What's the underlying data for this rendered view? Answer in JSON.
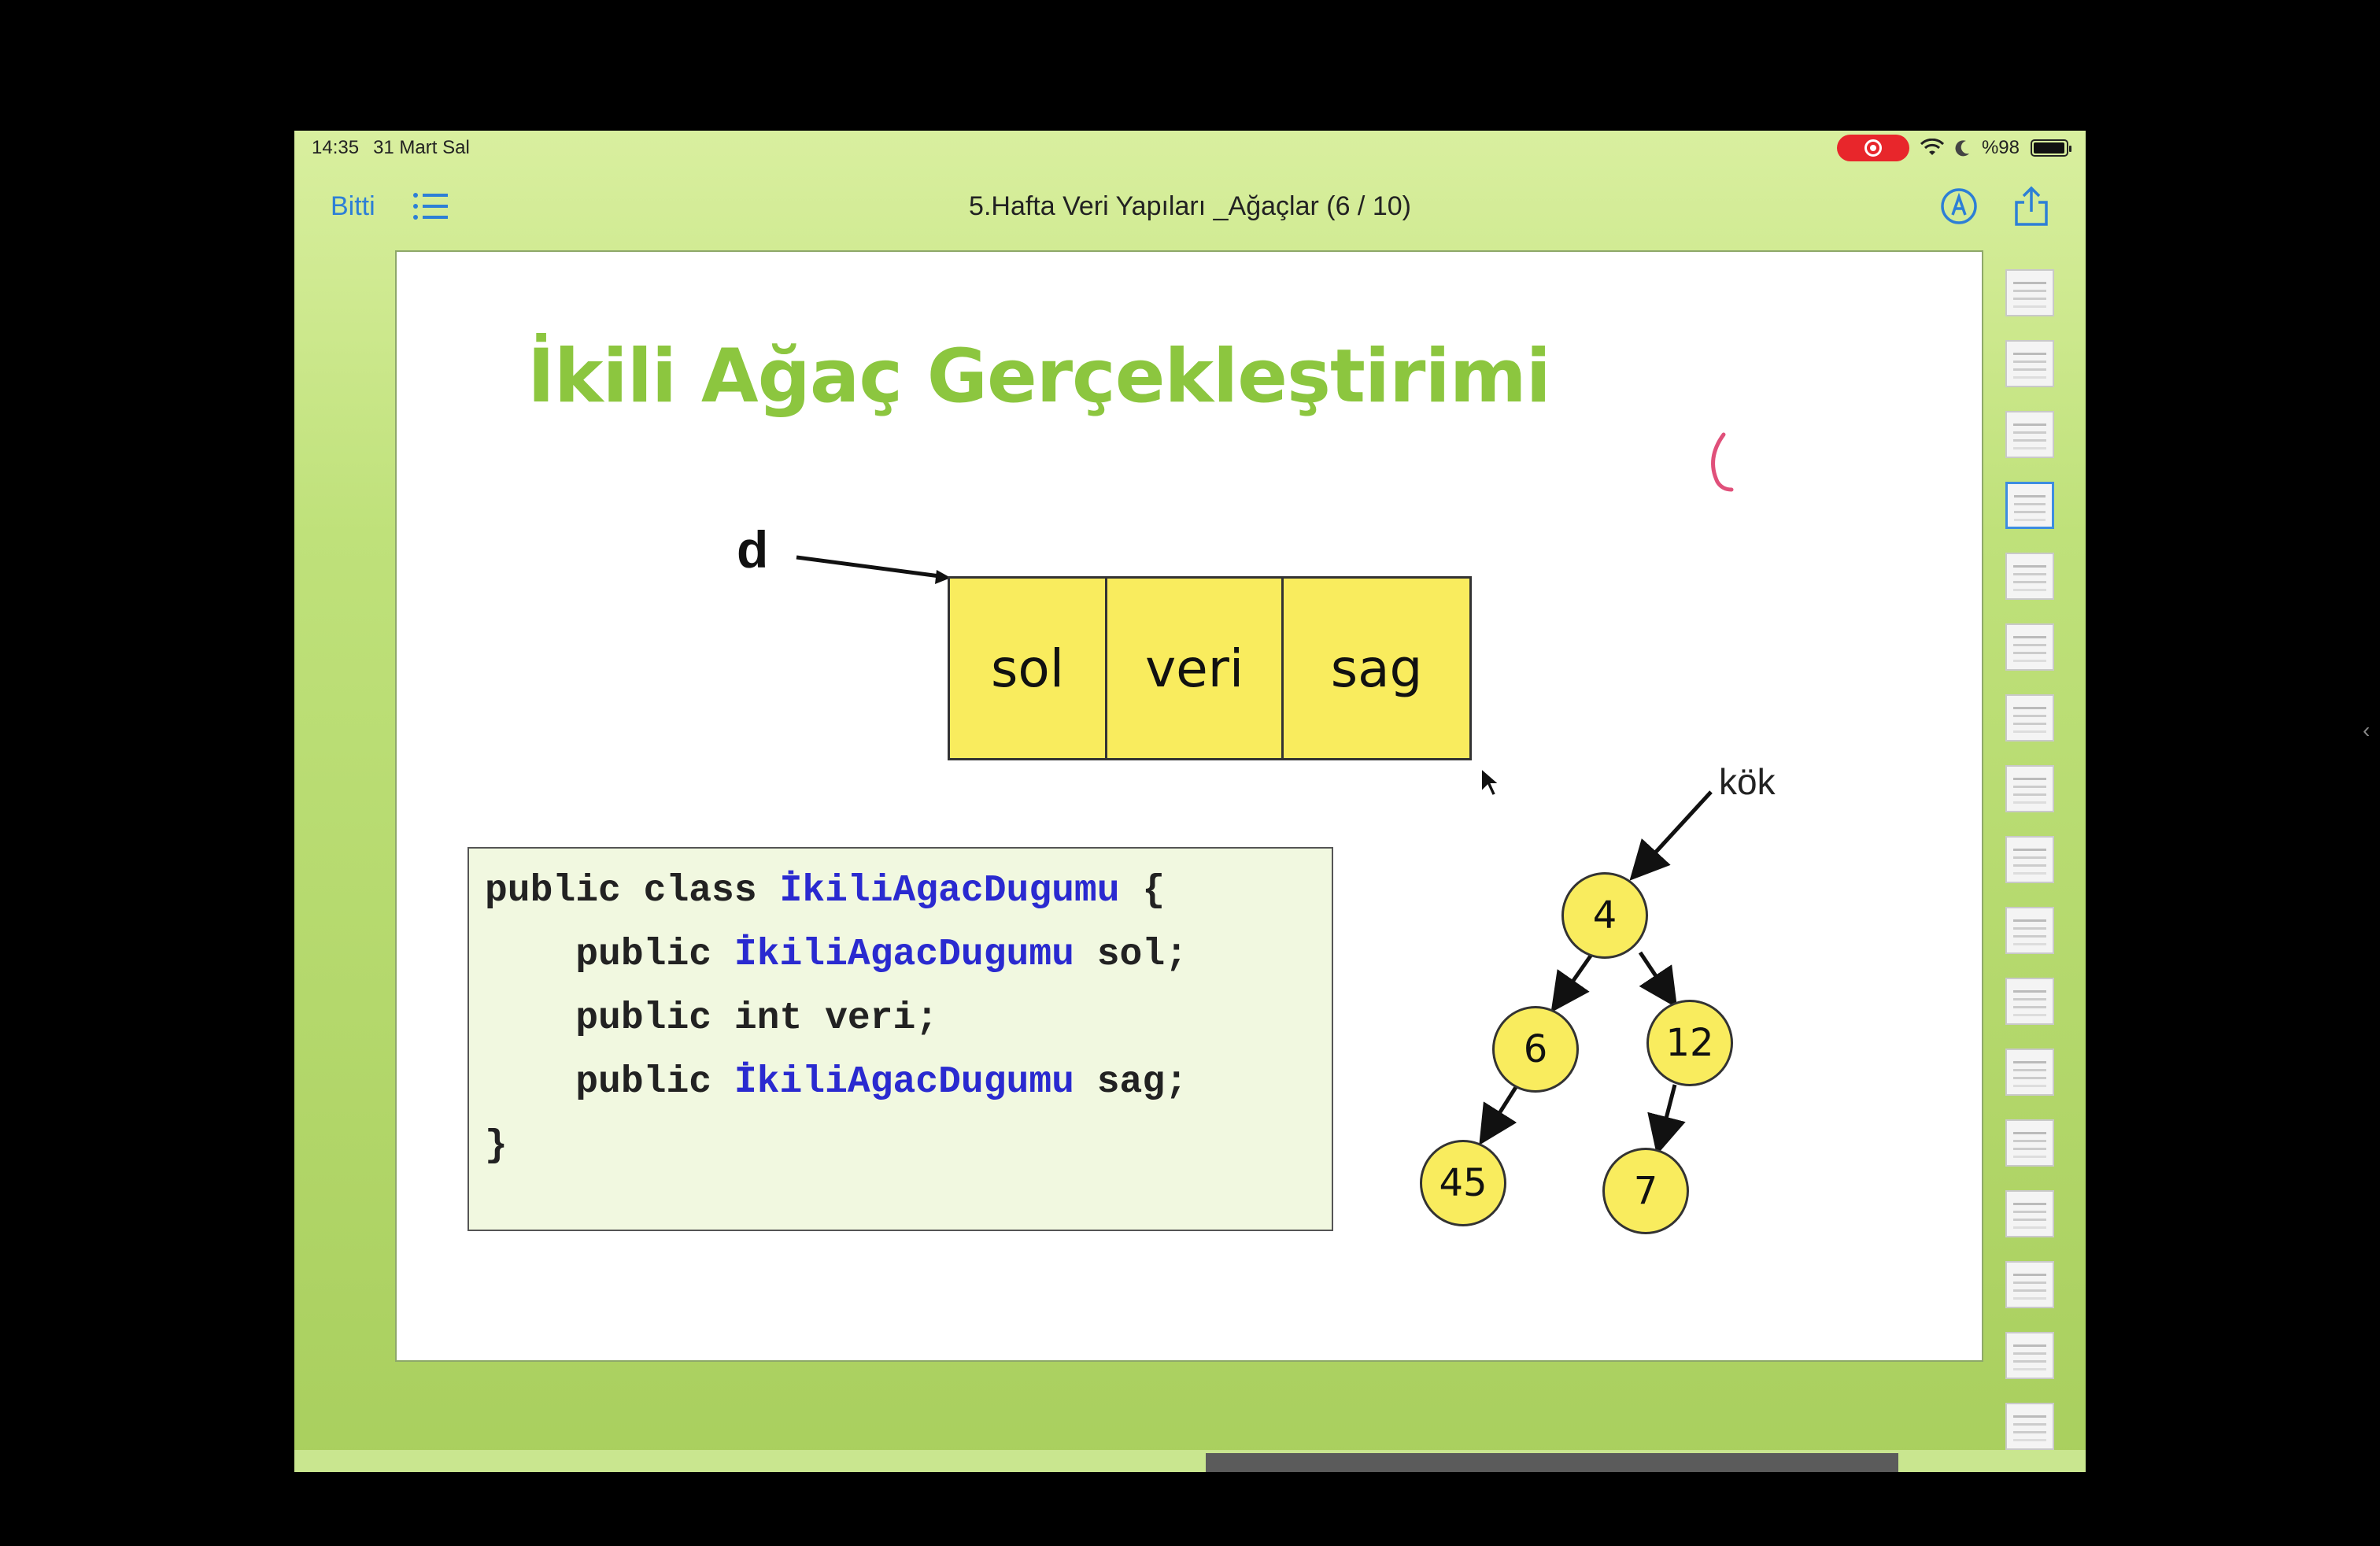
{
  "status": {
    "time": "14:35",
    "date": "31 Mart Sal",
    "battery_text": "%98",
    "battery_level": 0.98
  },
  "toolbar": {
    "done_label": "Bitti",
    "title": "5.Hafta Veri Yapıları _Ağaçlar (6 / 10)"
  },
  "slide": {
    "title": "İkili Ağaç Gerçekleştirimi",
    "pointer_label": "d",
    "node_fields": [
      "sol",
      "veri",
      "sag"
    ],
    "code": {
      "line1_a": "public class ",
      "line1_type": "İkiliAgacDugumu",
      "line1_b": " {",
      "line2_a": "    public ",
      "line2_type": "İkiliAgacDugumu",
      "line2_b": " sol;",
      "line3": "    public int veri;",
      "line4_a": "    public ",
      "line4_type": "İkiliAgacDugumu",
      "line4_b": " sag;",
      "line5": "}"
    },
    "root_label": "kök",
    "tree_nodes": [
      "4",
      "6",
      "12",
      "45",
      "7"
    ]
  },
  "thumbnails_count": 17,
  "colors": {
    "title_green": "#8cc63f",
    "node_yellow": "#f9ec5e",
    "code_type_blue": "#2a2ad0",
    "toolbar_blue": "#2d7fd6",
    "record_red": "#e8262b"
  }
}
